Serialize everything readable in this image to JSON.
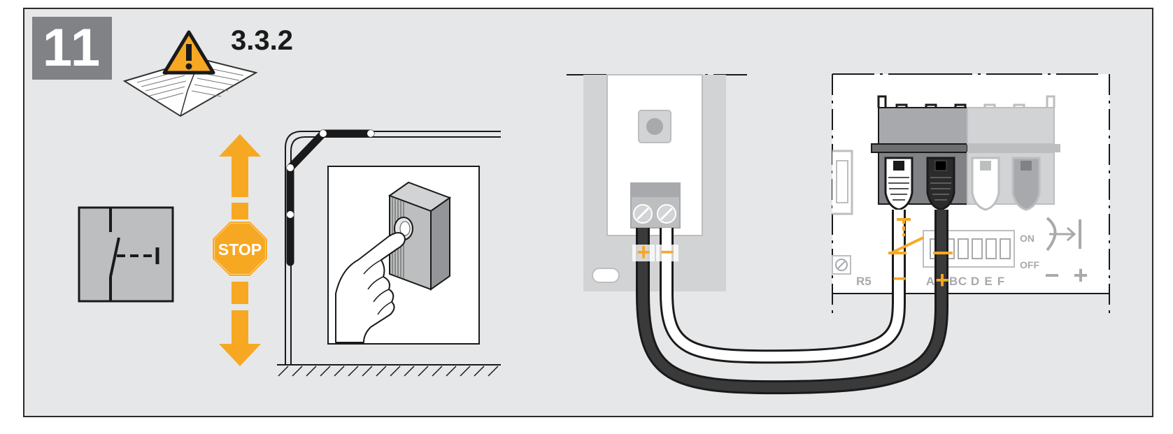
{
  "step": {
    "number": "11"
  },
  "reference": {
    "section": "3.3.2"
  },
  "icons": {
    "manual": "manual-warning-icon",
    "switch": "normally-open-switch-icon",
    "stop": "stop-sign-icon",
    "arrows": "up-down-arrows-icon",
    "push_button": "push-button-icon",
    "limit": "limit-switch-icon"
  },
  "labels": {
    "stop": "STOP",
    "plus": "+",
    "minus": "−",
    "on": "ON",
    "off": "OFF",
    "r5": "R5",
    "dip_letters": [
      "A",
      "B",
      "C",
      "D",
      "E",
      "F"
    ]
  },
  "colors": {
    "accent": "#f7a823",
    "panel_bg": "#e6e7e8",
    "badge_bg": "#808285",
    "wire_dark": "#3a3a3a",
    "outline": "#1a1a1a"
  }
}
